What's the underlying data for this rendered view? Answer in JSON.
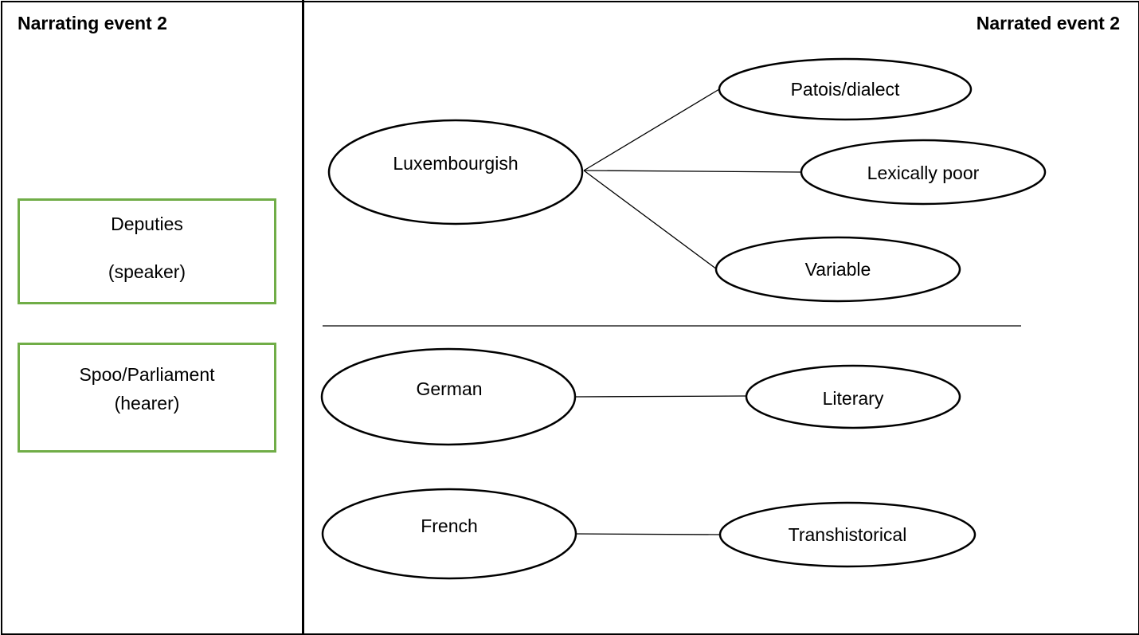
{
  "headings": {
    "left": "Narrating event 2",
    "right": "Narrated event 2"
  },
  "roles": {
    "speaker": {
      "name": "Deputies",
      "role": "(speaker)"
    },
    "hearer": {
      "name": "Spoo/Parliament",
      "role": "(hearer)"
    }
  },
  "nodes": {
    "luxembourgish": "Luxembourgish",
    "patois": "Patois/dialect",
    "lexically_poor": "Lexically poor",
    "variable": "Variable",
    "german": "German",
    "literary": "Literary",
    "french": "French",
    "transhistorical": "Transhistorical"
  },
  "colors": {
    "role_border": "#70ad47",
    "line": "#000000"
  }
}
